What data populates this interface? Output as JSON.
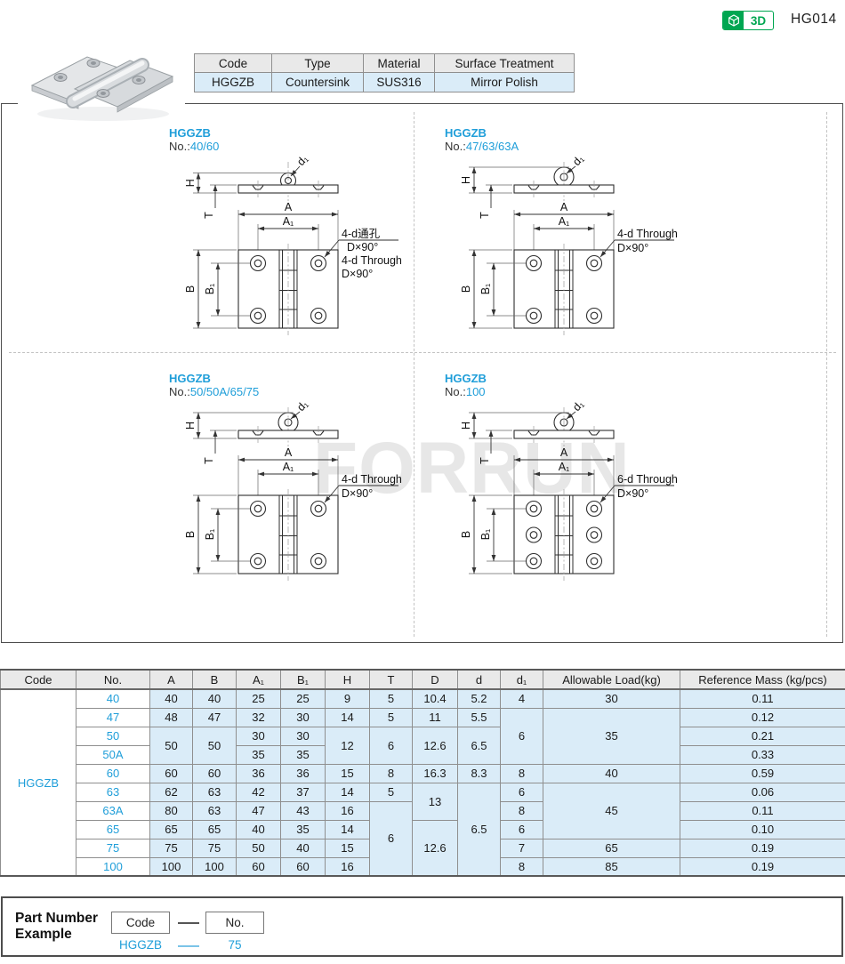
{
  "page": {
    "code": "HG014",
    "badge_3d": "3D",
    "watermark": "FORRUN"
  },
  "spec_header_table": {
    "headers": [
      "Code",
      "Type",
      "Material",
      "Surface Treatment"
    ],
    "values": [
      "HGGZB",
      "Countersink",
      "SUS316",
      "Mirror Polish"
    ]
  },
  "dim_labels": {
    "A": "A",
    "A1": "A₁",
    "B": "B",
    "B1": "B₁",
    "H": "H",
    "T": "T",
    "d1": "d₁"
  },
  "drawings": [
    {
      "code": "HGGZB",
      "no_label": "No.:",
      "no": "40/60",
      "holes": 4,
      "knuckle": "inline",
      "annotation": [
        "4-d通孔",
        "D×90°",
        "4-d Through",
        "D×90°"
      ]
    },
    {
      "code": "HGGZB",
      "no_label": "No.:",
      "no": "47/63/63A",
      "holes": 4,
      "knuckle": "top",
      "annotation": [
        "4-d Through",
        "D×90°"
      ]
    },
    {
      "code": "HGGZB",
      "no_label": "No.:",
      "no": "50/50A/65/75",
      "holes": 4,
      "knuckle": "top",
      "annotation": [
        "4-d Through",
        "D×90°"
      ]
    },
    {
      "code": "HGGZB",
      "no_label": "No.:",
      "no": "100",
      "holes": 6,
      "knuckle": "top",
      "annotation": [
        "6-d Through",
        "D×90°"
      ]
    }
  ],
  "spec_table": {
    "headers": [
      "Code",
      "No.",
      "A",
      "B",
      "A₁",
      "B₁",
      "H",
      "T",
      "D",
      "d",
      "d₁",
      "Allowable Load(kg)",
      "Reference Mass (kg/pcs)"
    ],
    "code": "HGGZB",
    "rows": [
      [
        {
          "v": "40",
          "c": "no"
        },
        {
          "v": "40"
        },
        {
          "v": "40"
        },
        {
          "v": "25"
        },
        {
          "v": "25"
        },
        {
          "v": "9"
        },
        {
          "v": "5"
        },
        {
          "v": "10.4"
        },
        {
          "v": "5.2"
        },
        {
          "v": "4"
        },
        {
          "v": "30"
        },
        {
          "v": "0.11"
        }
      ],
      [
        {
          "v": "47",
          "c": "no"
        },
        {
          "v": "48"
        },
        {
          "v": "47"
        },
        {
          "v": "32"
        },
        {
          "v": "30"
        },
        {
          "v": "14"
        },
        {
          "v": "5"
        },
        {
          "v": "11"
        },
        {
          "v": "5.5"
        },
        {
          "v": "6",
          "rs": 3
        },
        {
          "v": "35",
          "rs": 3
        },
        {
          "v": "0.12"
        }
      ],
      [
        {
          "v": "50",
          "c": "no"
        },
        {
          "v": "50",
          "rs": 2
        },
        {
          "v": "50",
          "rs": 2
        },
        {
          "v": "30"
        },
        {
          "v": "30"
        },
        {
          "v": "12",
          "rs": 2
        },
        {
          "v": "6",
          "rs": 2
        },
        {
          "v": "12.6",
          "rs": 2
        },
        {
          "v": "6.5",
          "rs": 2
        },
        {
          "v": "0.21"
        }
      ],
      [
        {
          "v": "50A",
          "c": "no"
        },
        {
          "v": "35"
        },
        {
          "v": "35"
        },
        {
          "v": "0.33"
        }
      ],
      [
        {
          "v": "60",
          "c": "no"
        },
        {
          "v": "60"
        },
        {
          "v": "60"
        },
        {
          "v": "36"
        },
        {
          "v": "36"
        },
        {
          "v": "15"
        },
        {
          "v": "8"
        },
        {
          "v": "16.3"
        },
        {
          "v": "8.3"
        },
        {
          "v": "8"
        },
        {
          "v": "40"
        },
        {
          "v": "0.59"
        }
      ],
      [
        {
          "v": "63",
          "c": "no"
        },
        {
          "v": "62"
        },
        {
          "v": "63"
        },
        {
          "v": "42"
        },
        {
          "v": "37"
        },
        {
          "v": "14"
        },
        {
          "v": "5"
        },
        {
          "v": "13",
          "rs": 2
        },
        {
          "v": "6.5",
          "rs": 5
        },
        {
          "v": "6"
        },
        {
          "v": "45",
          "rs": 3
        },
        {
          "v": "0.06"
        }
      ],
      [
        {
          "v": "63A",
          "c": "no"
        },
        {
          "v": "80"
        },
        {
          "v": "63"
        },
        {
          "v": "47"
        },
        {
          "v": "43"
        },
        {
          "v": "16"
        },
        {
          "v": "6",
          "rs": 4
        },
        {
          "v": "8"
        },
        {
          "v": "0.11"
        }
      ],
      [
        {
          "v": "65",
          "c": "no"
        },
        {
          "v": "65"
        },
        {
          "v": "65"
        },
        {
          "v": "40"
        },
        {
          "v": "35"
        },
        {
          "v": "14"
        },
        {
          "v": "12.6",
          "rs": 3
        },
        {
          "v": "6"
        },
        {
          "v": "0.10"
        }
      ],
      [
        {
          "v": "75",
          "c": "no"
        },
        {
          "v": "75"
        },
        {
          "v": "75"
        },
        {
          "v": "50"
        },
        {
          "v": "40"
        },
        {
          "v": "15"
        },
        {
          "v": "7"
        },
        {
          "v": "65"
        },
        {
          "v": "0.19"
        }
      ],
      [
        {
          "v": "100",
          "c": "no"
        },
        {
          "v": "100"
        },
        {
          "v": "100"
        },
        {
          "v": "60"
        },
        {
          "v": "60"
        },
        {
          "v": "16"
        },
        {
          "v": "8"
        },
        {
          "v": "85"
        },
        {
          "v": "0.19"
        }
      ]
    ]
  },
  "part_number_example": {
    "label_line1": "Part Number",
    "label_line2": "Example",
    "code_box": "Code",
    "no_box": "No.",
    "example_code": "HGGZB",
    "example_no": "75"
  },
  "colors": {
    "accent_blue": "#1f9ed9",
    "green": "#00a651",
    "cell_blue": "#daecf8",
    "header_gray": "#e9e9e9"
  }
}
